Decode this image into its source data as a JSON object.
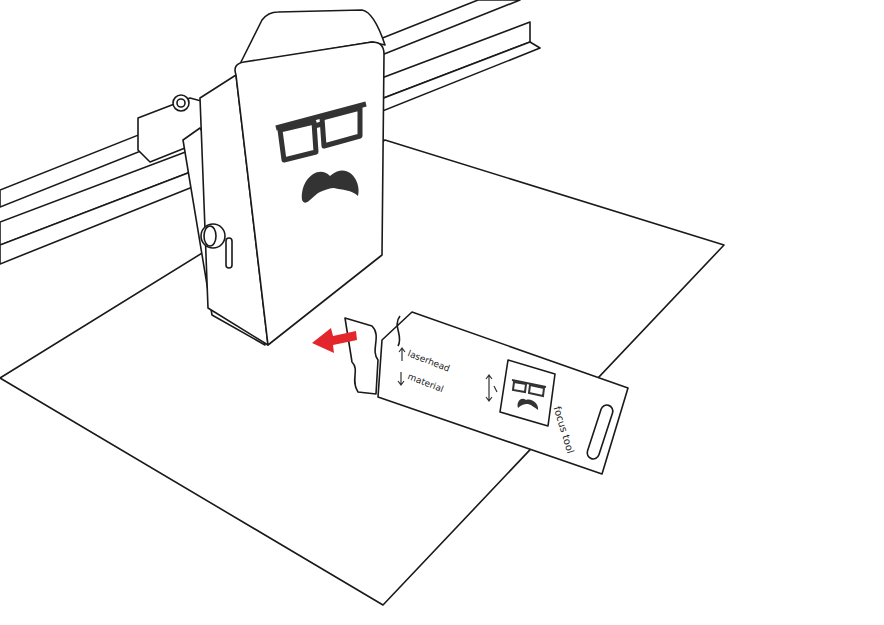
{
  "diagram": {
    "labels": [
      "laserhead",
      "material",
      "focus tool"
    ]
  }
}
